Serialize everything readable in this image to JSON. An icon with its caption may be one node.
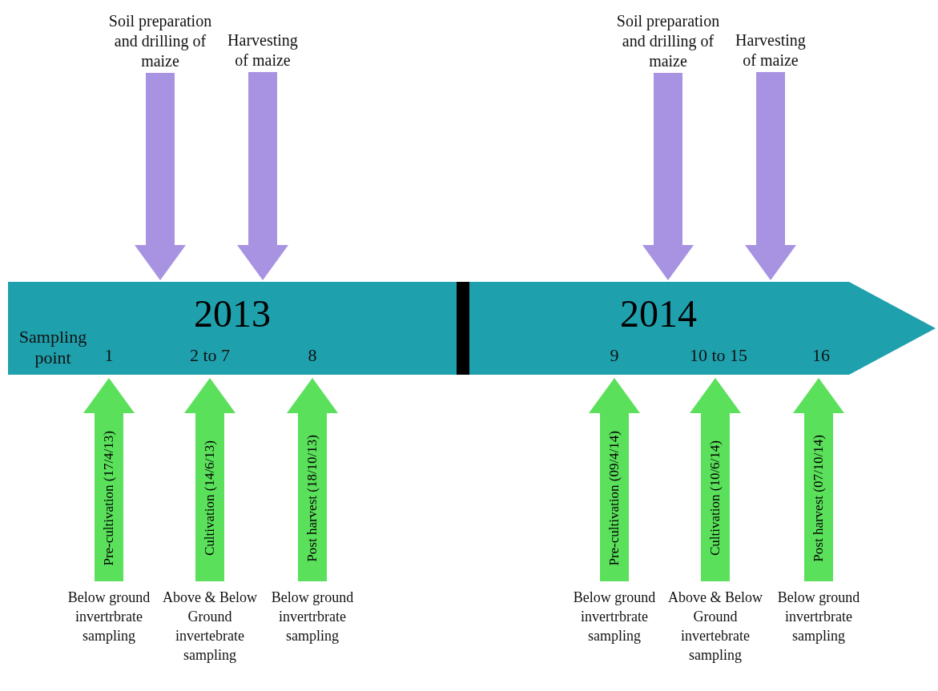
{
  "diagram": {
    "nodes": [
      {
        "text": [
          "2013"
        ]
      },
      {
        "text": [
          "2014"
        ]
      },
      {
        "text": [
          "Soil preparation and drilling of maize"
        ]
      },
      {
        "text": [
          "Harvesting of maize"
        ]
      },
      {
        "text": [
          "Soil preparation and drilling of maize"
        ]
      },
      {
        "text": [
          "Harvesting of maize"
        ]
      },
      {
        "text": [
          "Pre-cultivation (17/4/13)"
        ],
        "beside": [
          "Below ground invertrbrate sampling"
        ]
      },
      {
        "text": [
          "Cultivation (14/6/13)"
        ],
        "beside": [
          "Above & Below Ground invertebrate sampling"
        ]
      },
      {
        "text": [
          "Post harvest (18/10/13)"
        ],
        "beside": [
          "Below ground invertrbrate sampling"
        ]
      },
      {
        "text": [
          "Pre-cultivation (09/4/14)"
        ],
        "beside": [
          "Below ground invertrbrate sampling"
        ]
      },
      {
        "text": [
          "Cultivation (10/6/14)"
        ],
        "beside": [
          "Above & Below Ground invertebrate sampling"
        ]
      },
      {
        "text": [
          "Post harvest (07/10/14)"
        ],
        "beside": [
          "Below ground invertrbrate sampling"
        ]
      },
      {
        "text": [],
        "shape": "bar"
      }
    ],
    "edges": [
      {
        "from": 2,
        "to": 0,
        "arrow": "to"
      },
      {
        "from": 3,
        "to": 0,
        "arrow": "to"
      },
      {
        "from": 4,
        "to": 1,
        "arrow": "to"
      },
      {
        "from": 5,
        "to": 1,
        "arrow": "to"
      }
    ],
    "labels": [
      "Sampling point",
      "1",
      "2 to 7",
      "8",
      "9",
      "10 to 15",
      "16"
    ]
  }
}
